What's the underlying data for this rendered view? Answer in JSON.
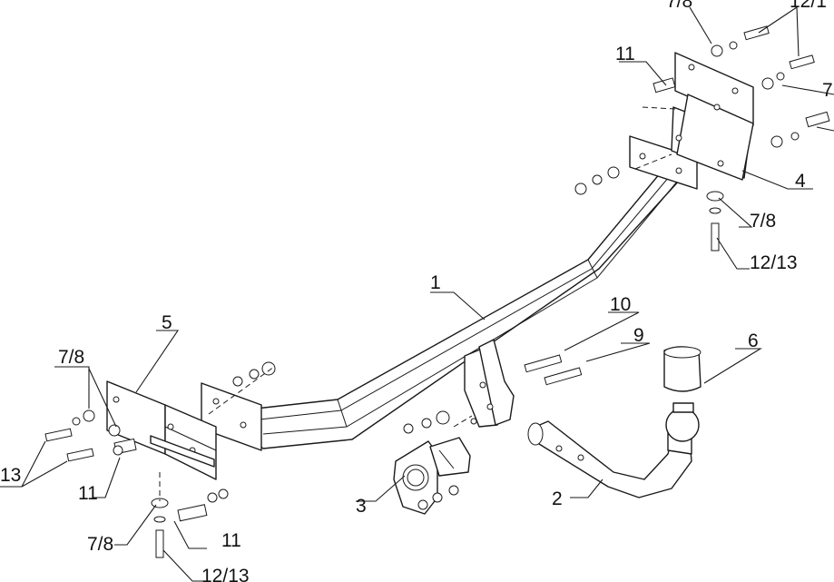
{
  "diagram": {
    "labels": {
      "part_1": "1",
      "part_2": "2",
      "part_3": "3",
      "part_4": "4",
      "part_5": "5",
      "part_6": "6",
      "part_9": "9",
      "part_10": "10",
      "bolt_11_left": "11",
      "bolt_11_bottom": "11",
      "bolt_11_right": "11",
      "washer_78_left": "7/8",
      "washer_78_bottom": "7/8",
      "washer_78_right": "7/8",
      "washer_78_top": "7/8",
      "washer_7_right": "7",
      "bolt_1213_right": "12/13",
      "bolt_1213_bottom": "12/13",
      "bolt_1213_top": "12/1",
      "bolt_13_left": "13"
    }
  }
}
